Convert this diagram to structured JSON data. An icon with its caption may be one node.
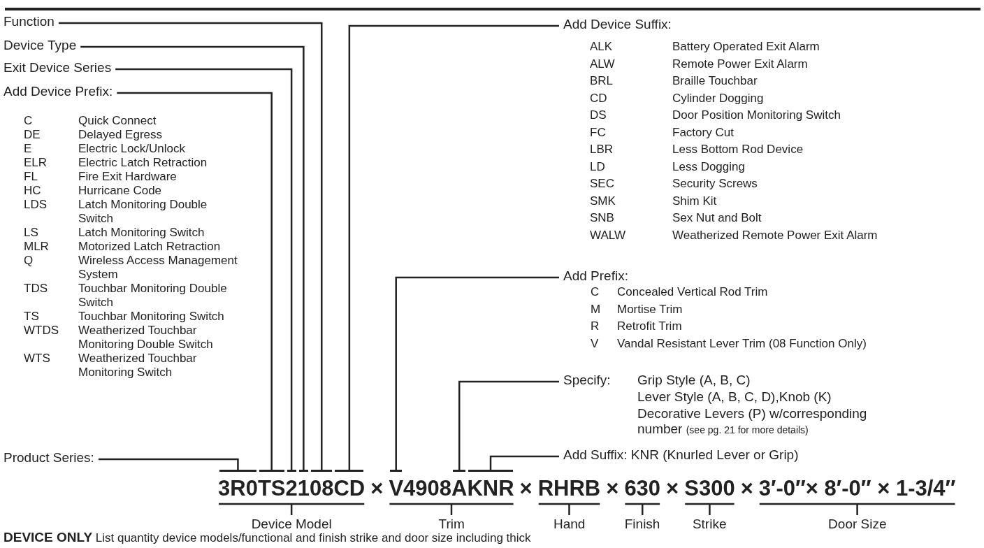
{
  "diagram": {
    "nodes": [
      {
        "text": [
          "Function"
        ]
      },
      {
        "text": [
          "Device Type"
        ]
      },
      {
        "text": [
          "Exit Device Series"
        ]
      },
      {
        "text": [
          "Add Device Prefix:"
        ]
      },
      {
        "text": [
          "Product Series:"
        ]
      },
      {
        "text": [
          "Add Device Suffix:"
        ]
      },
      {
        "text": [
          "Add Prefix:"
        ]
      },
      {
        "text": [
          "Specify:"
        ]
      },
      {
        "text": [
          "Add Suffix: KNR (Knurled Lever or Grip)"
        ]
      },
      {
        "text": [
          "3R0"
        ]
      },
      {
        "text": [
          "TS"
        ]
      },
      {
        "text": [
          "2"
        ]
      },
      {
        "text": [
          "1"
        ]
      },
      {
        "text": [
          "08"
        ]
      },
      {
        "text": [
          "CD"
        ]
      },
      {
        "text": [
          "V"
        ]
      },
      {
        "text": [
          "A"
        ]
      },
      {
        "text": [
          "KNR"
        ]
      }
    ],
    "edges": [
      {
        "from": 0,
        "to": 13,
        "arrow": "none"
      },
      {
        "from": 1,
        "to": 12,
        "arrow": "none"
      },
      {
        "from": 2,
        "to": 11,
        "arrow": "none"
      },
      {
        "from": 3,
        "to": 10,
        "arrow": "none"
      },
      {
        "from": 4,
        "to": 9,
        "arrow": "none"
      },
      {
        "from": 5,
        "to": 14,
        "arrow": "none"
      },
      {
        "from": 6,
        "to": 15,
        "arrow": "none"
      },
      {
        "from": 7,
        "to": 16,
        "arrow": "none"
      },
      {
        "from": 8,
        "to": 17,
        "arrow": "none"
      }
    ],
    "labels": [
      "C",
      "Quick Connect",
      "DE",
      "Delayed Egress",
      "E",
      "Electric Lock/Unlock",
      "ELR",
      "Electric Latch Retraction",
      "FL",
      "Fire Exit Hardware",
      "HC",
      "Hurricane Code",
      "LDS",
      "Latch Monitoring Double Switch",
      "LS",
      "Latch Monitoring Switch",
      "MLR",
      "Motorized Latch Retraction",
      "Q",
      "Wireless Access Management System",
      "TDS",
      "Touchbar Monitoring Double Switch",
      "TS",
      "Touchbar Monitoring Switch",
      "WTDS",
      "Weatherized Touchbar Monitoring Double Switch",
      "WTS",
      "Weatherized Touchbar Monitoring Switch",
      "ALK",
      "Battery Operated Exit Alarm",
      "ALW",
      "Remote Power Exit Alarm",
      "BRL",
      "Braille Touchbar",
      "CD",
      "Cylinder Dogging",
      "DS",
      "Door Position Monitoring Switch",
      "FC",
      "Factory Cut",
      "LBR",
      "Less Bottom Rod Device",
      "LD",
      "Less Dogging",
      "SEC",
      "Security Screws",
      "SMK",
      "Shim Kit",
      "SNB",
      "Sex Nut and Bolt",
      "WALW",
      "Weatherized Remote Power Exit Alarm",
      "C",
      "Concealed Vertical Rod Trim",
      "M",
      "Mortise Trim",
      "R",
      "Retrofit Trim",
      "V",
      "Vandal Resistant Lever Trim (08 Function Only)",
      "Grip Style (A, B, C)",
      "Lever Style (A, B, C, D),Knob (K)",
      "Decorative Levers (P) w/corresponding number",
      "(see pg. 21 for more details)",
      "×",
      "4908",
      "×",
      "RHRB",
      "×",
      "630",
      "×",
      "S300",
      "×",
      "3′-0″× 8′-0″ × 1-3/4″",
      "Device Model",
      "Trim",
      "Hand",
      "Finish",
      "Strike",
      "Door Size",
      "**DEVICE ONLY** List quantity device models/functional and finish strike and door size including thick"
    ]
  }
}
